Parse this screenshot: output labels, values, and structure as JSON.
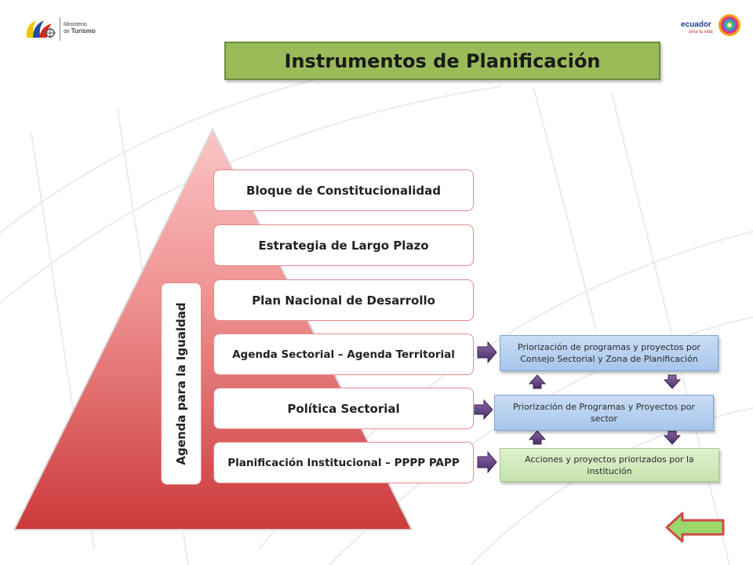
{
  "header": {
    "logo_left": {
      "line1": "Ministerio",
      "line2_prefix": "de ",
      "line2_bold": "Turismo"
    },
    "logo_right": {
      "brand": "ecuador",
      "tagline": "ama la vida"
    }
  },
  "title": "Instrumentos de Planificación",
  "pyramid": {
    "vertical_label": "Agenda para la Igualdad",
    "levels": [
      "Bloque de Constitucionalidad",
      "Estrategia de Largo Plazo",
      "Plan Nacional de Desarrollo",
      "Agenda Sectorial – Agenda Territorial",
      "Política Sectorial",
      "Planificación Institucional – PPPP PAPP"
    ]
  },
  "notes": [
    "Priorización de programas y  proyectos por Consejo Sectorial y Zona de Planificación",
    "Priorización de Programas y Proyectos por sector",
    "Acciones y proyectos priorizados por la institución"
  ],
  "colors": {
    "title_bg": "#9bbb59",
    "pyramid_top": "#fbc5c5",
    "pyramid_bottom": "#cc3a3a",
    "note_blue": "#b8d1f0",
    "note_green": "#d3e9bf",
    "arrow": "#5b3a78",
    "back_arrow_fill": "#9bd86b",
    "back_arrow_stroke": "#d04a4a"
  }
}
